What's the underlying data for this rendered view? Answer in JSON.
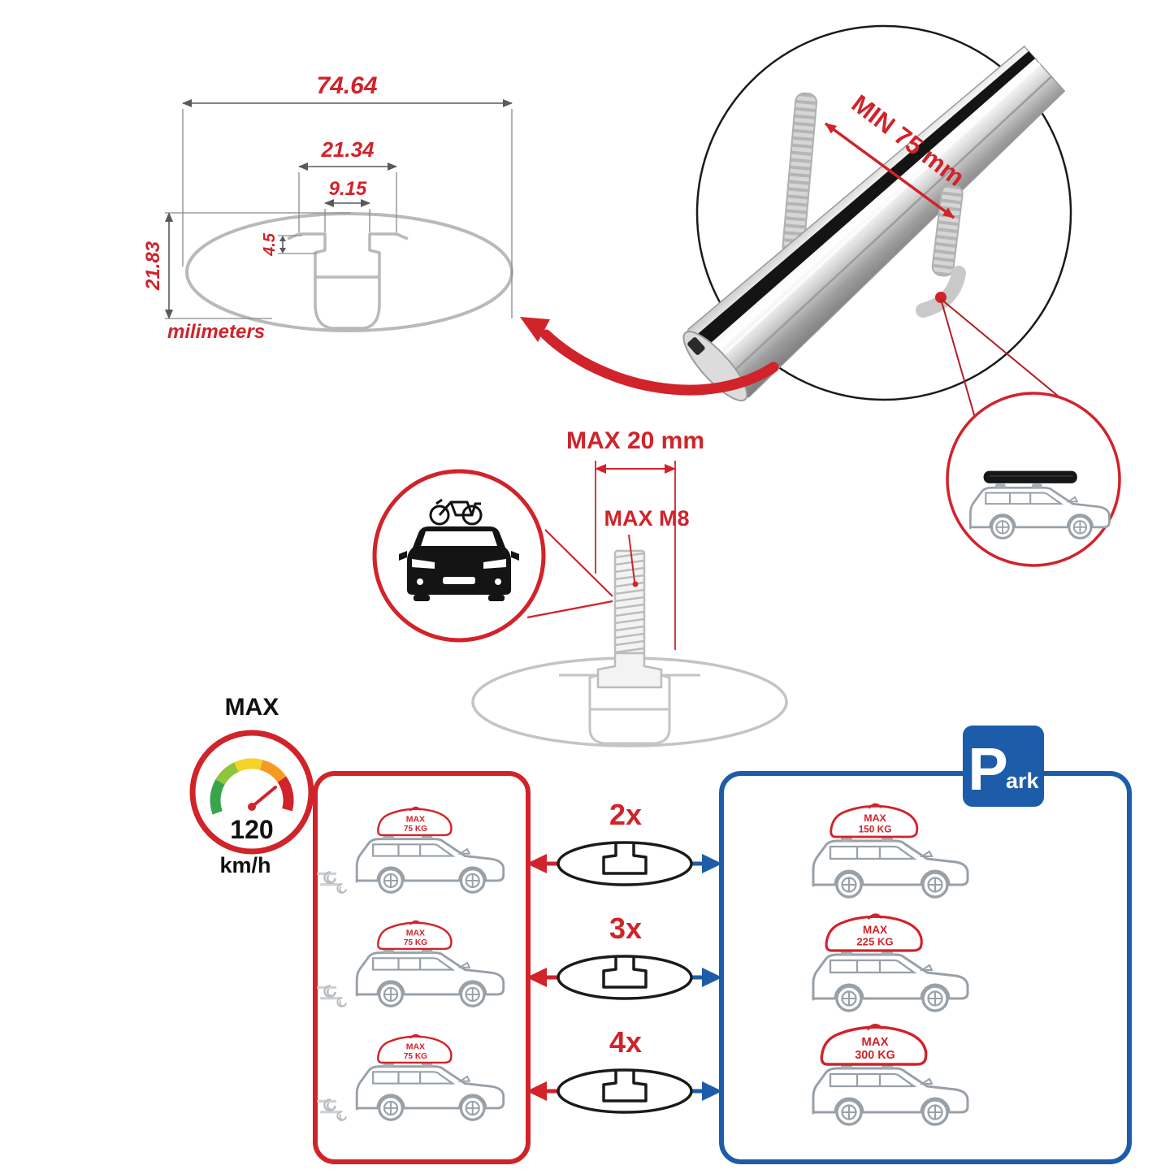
{
  "colors": {
    "red": "#d1232a",
    "blue": "#1d5ca8",
    "gray": "#b9b9b9",
    "black": "#1a1a1a"
  },
  "profile_drawing": {
    "width_total": "74.64",
    "channel_top_width": "21.34",
    "slot_width": "9.15",
    "lip_height": "4.5",
    "height_total": "21.83",
    "units_label": "milimeters"
  },
  "bar_scene": {
    "clamp_min_label": "MIN 75 mm"
  },
  "bolt_scene": {
    "width_label": "MAX 20 mm",
    "thread_label": "MAX M8"
  },
  "speed_gauge": {
    "title": "MAX",
    "value": "120",
    "units": "km/h"
  },
  "parking_sign": {
    "letter": "P",
    "suffix": "ark"
  },
  "driving_panel": {
    "cars": [
      {
        "tag": "MAX",
        "weight": "75 KG"
      },
      {
        "tag": "MAX",
        "weight": "75 KG"
      },
      {
        "tag": "MAX",
        "weight": "75 KG"
      }
    ]
  },
  "parked_panel": {
    "cars": [
      {
        "tag": "MAX",
        "weight": "150 KG"
      },
      {
        "tag": "MAX",
        "weight": "225 KG"
      },
      {
        "tag": "MAX",
        "weight": "300 KG"
      }
    ]
  },
  "bar_counts": [
    {
      "label": "2x"
    },
    {
      "label": "3x"
    },
    {
      "label": "4x"
    }
  ]
}
